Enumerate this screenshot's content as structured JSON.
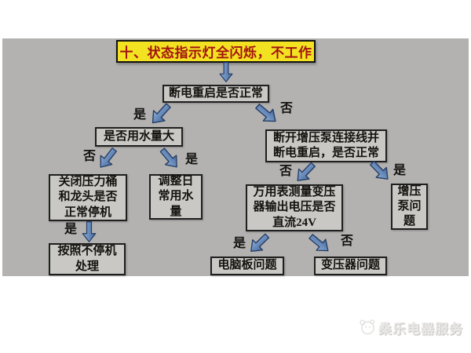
{
  "title": {
    "text": "十、状态指示灯全闪烁，不工作"
  },
  "flowchart": {
    "nodes": [
      {
        "id": "title",
        "text": "十、状态指示灯全闪烁，不工作"
      },
      {
        "id": "restart",
        "text": "断电重启是否正常"
      },
      {
        "id": "water-usage",
        "text": "是否用水量大"
      },
      {
        "id": "close-tank",
        "text": "关闭压力桶\n和龙头是否\n正常停机"
      },
      {
        "id": "adjust-usage",
        "text": "调整日\n常用水\n量"
      },
      {
        "id": "non-stop",
        "text": "按照不停机\n处理"
      },
      {
        "id": "disconnect-pump",
        "text": "断开增压泵连接线并\n断电重启，是否正常"
      },
      {
        "id": "multimeter",
        "text": "万用表测量变压\n器输出电压是否\n直流24V"
      },
      {
        "id": "pump-problem",
        "text": "增压\n泵问\n题"
      },
      {
        "id": "board-problem",
        "text": "电脑板问题"
      },
      {
        "id": "transformer-problem",
        "text": "变压器问题"
      }
    ],
    "edges": [
      {
        "from": "title",
        "to": "restart",
        "label": ""
      },
      {
        "from": "restart",
        "to": "water-usage",
        "label": "是"
      },
      {
        "from": "restart",
        "to": "disconnect-pump",
        "label": "否"
      },
      {
        "from": "water-usage",
        "to": "close-tank",
        "label": "否"
      },
      {
        "from": "water-usage",
        "to": "adjust-usage",
        "label": "是"
      },
      {
        "from": "close-tank",
        "to": "non-stop",
        "label": "是"
      },
      {
        "from": "disconnect-pump",
        "to": "multimeter",
        "label": "否"
      },
      {
        "from": "disconnect-pump",
        "to": "pump-problem",
        "label": "是"
      },
      {
        "from": "multimeter",
        "to": "board-problem",
        "label": "是"
      },
      {
        "from": "multimeter",
        "to": "transformer-problem",
        "label": "否"
      }
    ]
  },
  "watermark": {
    "text": "桑乐电器服务"
  },
  "colors": {
    "page_bg": "#ffffff",
    "panel_bg": "#b3b2b0",
    "node_bg": "#c9c8c4",
    "node_border": "#1f1f1f",
    "title_bg": "#f2e222",
    "title_text": "#a31310",
    "arrow_fill_light": "#8fa9cc",
    "arrow_fill_dark": "#46699c",
    "arrow_edge": "#243c64"
  }
}
